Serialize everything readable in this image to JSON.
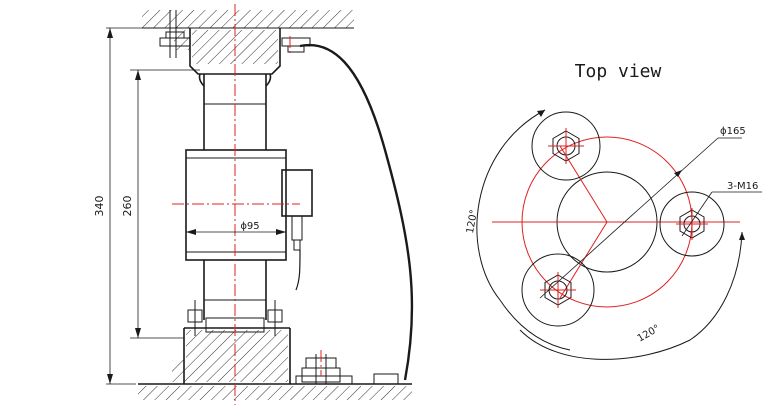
{
  "title": "Top view",
  "dimensions": {
    "total_height": "340",
    "body_height": "260",
    "body_diameter": "ϕ95",
    "bolt_circle": "ϕ165",
    "bolts": "3-M16",
    "angle_left": "120°",
    "angle_bottom": "120°"
  },
  "colors": {
    "line": "#1a1a1a",
    "centerline": "#e02020",
    "hatch": "#1a1a1a"
  }
}
